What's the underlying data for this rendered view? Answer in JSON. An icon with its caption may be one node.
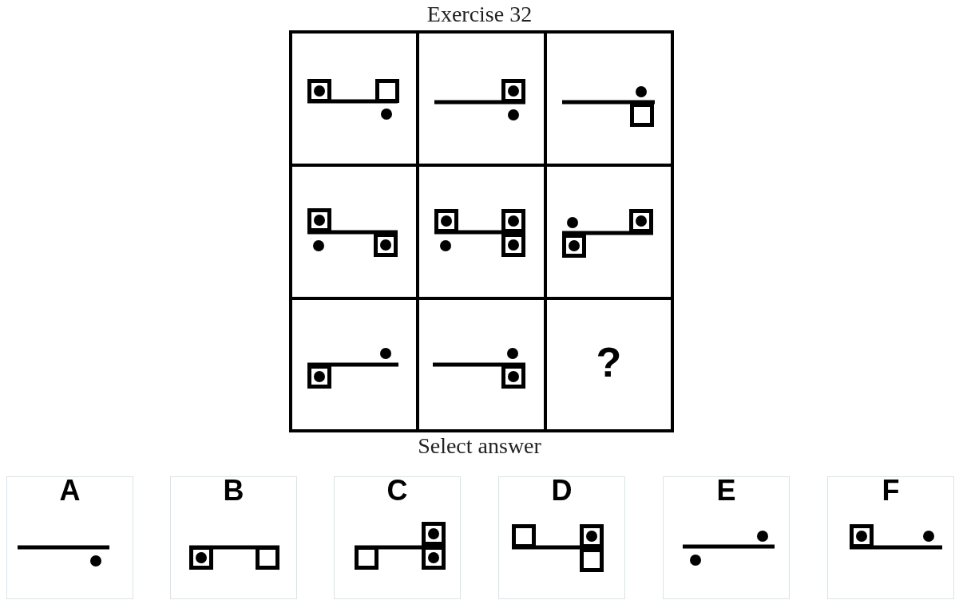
{
  "diagram": {
    "title": "Exercise 32",
    "nodes": [
      {
        "text": [],
        "shape": "picture"
      },
      {
        "text": [],
        "shape": "picture"
      },
      {
        "text": [],
        "shape": "picture"
      },
      {
        "text": [],
        "shape": "picture"
      },
      {
        "text": [],
        "shape": "picture"
      },
      {
        "text": [],
        "shape": "picture"
      },
      {
        "text": [],
        "shape": "picture"
      },
      {
        "text": [],
        "shape": "picture"
      },
      {
        "text": [
          "?"
        ]
      },
      {
        "text": [
          "A"
        ]
      },
      {
        "text": [
          "B"
        ]
      },
      {
        "text": [
          "C"
        ]
      },
      {
        "text": [
          "D"
        ]
      },
      {
        "text": [
          "E"
        ]
      },
      {
        "text": [
          "F"
        ]
      }
    ],
    "labels": [
      "Select answer"
    ]
  }
}
